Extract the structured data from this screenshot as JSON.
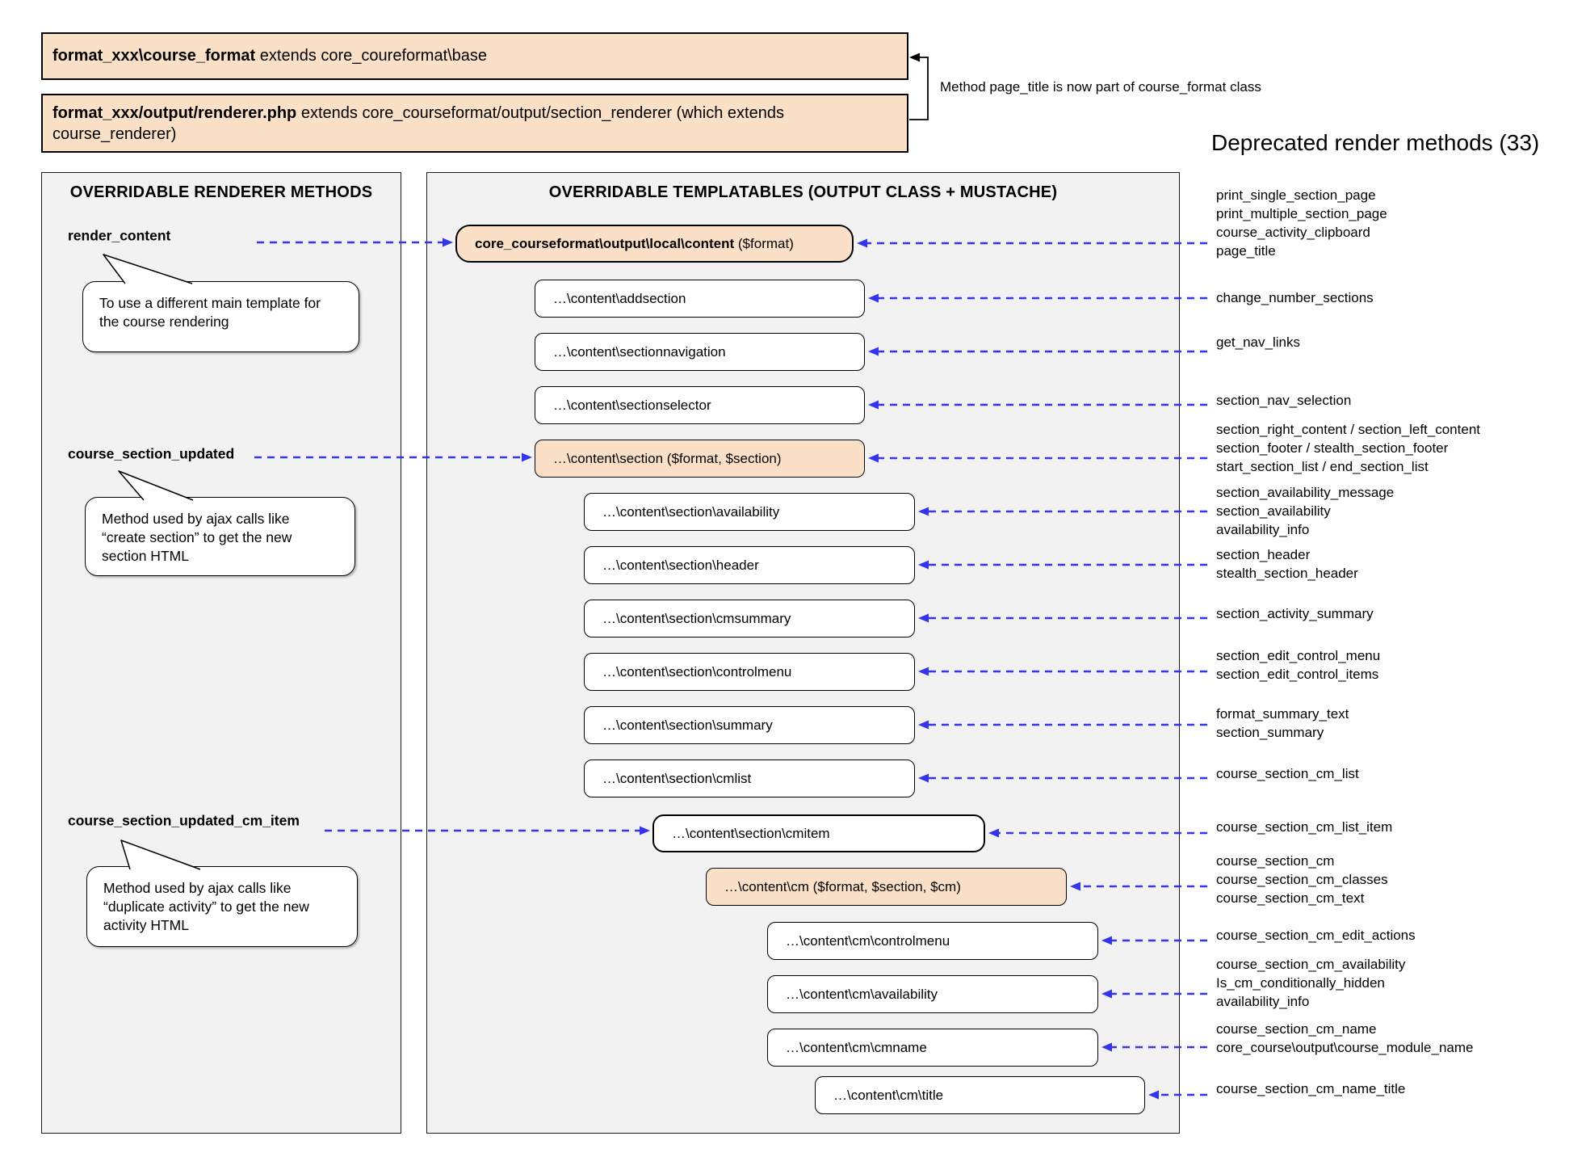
{
  "colors": {
    "orange_fill": "#fae0c6",
    "panel_bg": "#f2f2f2",
    "arrow_blue": "#3434eb",
    "border": "#000000"
  },
  "top": {
    "box1_bold": "format_xxx\\course_format",
    "box1_rest": " extends core_coureformat\\base",
    "box2_bold": "format_xxx/output/renderer.php",
    "box2_rest": " extends core_courseformat/output/section_renderer (which extends course_renderer)",
    "note": "Method page_title is now part of course_format class"
  },
  "left_panel": {
    "title": "OVERRIDABLE RENDERER METHODS",
    "methods": {
      "render_content": "render_content",
      "course_section_updated": "course_section_updated",
      "course_section_updated_cm_item": "course_section_updated_cm_item"
    },
    "callouts": {
      "render_content": {
        "line1": "To use a different main template for",
        "line2": "the course rendering"
      },
      "section": {
        "line1": "Method used by ajax calls like",
        "line2": "“create section” to get the new",
        "line3": "section HTML"
      },
      "cmitem": {
        "line1": "Method used by ajax calls like",
        "line2": "“duplicate activity” to get the new",
        "line3": "activity HTML"
      }
    }
  },
  "middle_panel": {
    "title": "OVERRIDABLE TEMPLATABLES (OUTPUT CLASS + MUSTACHE)",
    "boxes": {
      "content": {
        "label": "core_courseformat\\output\\local\\content",
        "params": " ($format)"
      },
      "addsection": {
        "label": "…\\content\\addsection"
      },
      "sectionnavigation": {
        "label": "…\\content\\sectionnavigation"
      },
      "sectionselector": {
        "label": "…\\content\\sectionselector"
      },
      "section": {
        "label": "…\\content\\section",
        "params": " ($format, $section)"
      },
      "section_availability": {
        "label": "…\\content\\section\\availability"
      },
      "section_header": {
        "label": "…\\content\\section\\header"
      },
      "section_cmsummary": {
        "label": "…\\content\\section\\cmsummary"
      },
      "section_controlmenu": {
        "label": "…\\content\\section\\controlmenu"
      },
      "section_summary": {
        "label": "…\\content\\section\\summary"
      },
      "section_cmlist": {
        "label": "…\\content\\section\\cmlist"
      },
      "section_cmitem": {
        "label": "…\\content\\section\\cmitem"
      },
      "cm": {
        "label": "…\\content\\cm",
        "params": " ($format, $section, $cm)"
      },
      "cm_controlmenu": {
        "label": "…\\content\\cm\\controlmenu"
      },
      "cm_availability": {
        "label": "…\\content\\cm\\availability"
      },
      "cm_cmname": {
        "label": "…\\content\\cm\\cmname"
      },
      "cm_title": {
        "label": "…\\content\\cm\\title"
      }
    }
  },
  "deprecated": {
    "title": "Deprecated render methods (33)",
    "groups": [
      {
        "lines": [
          "print_single_section_page",
          "print_multiple_section_page",
          "course_activity_clipboard",
          "page_title"
        ]
      },
      {
        "lines": [
          "change_number_sections"
        ]
      },
      {
        "lines": [
          "get_nav_links"
        ]
      },
      {
        "lines": [
          "section_nav_selection"
        ]
      },
      {
        "lines": [
          "section_right_content / section_left_content",
          "section_footer / stealth_section_footer",
          "start_section_list / end_section_list"
        ]
      },
      {
        "lines": [
          "section_availability_message",
          "section_availability",
          "availability_info"
        ]
      },
      {
        "lines": [
          "section_header",
          "stealth_section_header"
        ]
      },
      {
        "lines": [
          "section_activity_summary"
        ]
      },
      {
        "lines": [
          "section_edit_control_menu",
          "section_edit_control_items"
        ]
      },
      {
        "lines": [
          "format_summary_text",
          "section_summary"
        ]
      },
      {
        "lines": [
          "course_section_cm_list"
        ]
      },
      {
        "lines": [
          "course_section_cm_list_item"
        ]
      },
      {
        "lines": [
          "course_section_cm",
          "course_section_cm_classes",
          "course_section_cm_text"
        ]
      },
      {
        "lines": [
          "course_section_cm_edit_actions"
        ]
      },
      {
        "lines": [
          "course_section_cm_availability",
          "Is_cm_conditionally_hidden",
          "availability_info"
        ]
      },
      {
        "lines": [
          "course_section_cm_name",
          "core_course\\output\\course_module_name"
        ]
      },
      {
        "lines": [
          "course_section_cm_name_title"
        ]
      }
    ]
  }
}
